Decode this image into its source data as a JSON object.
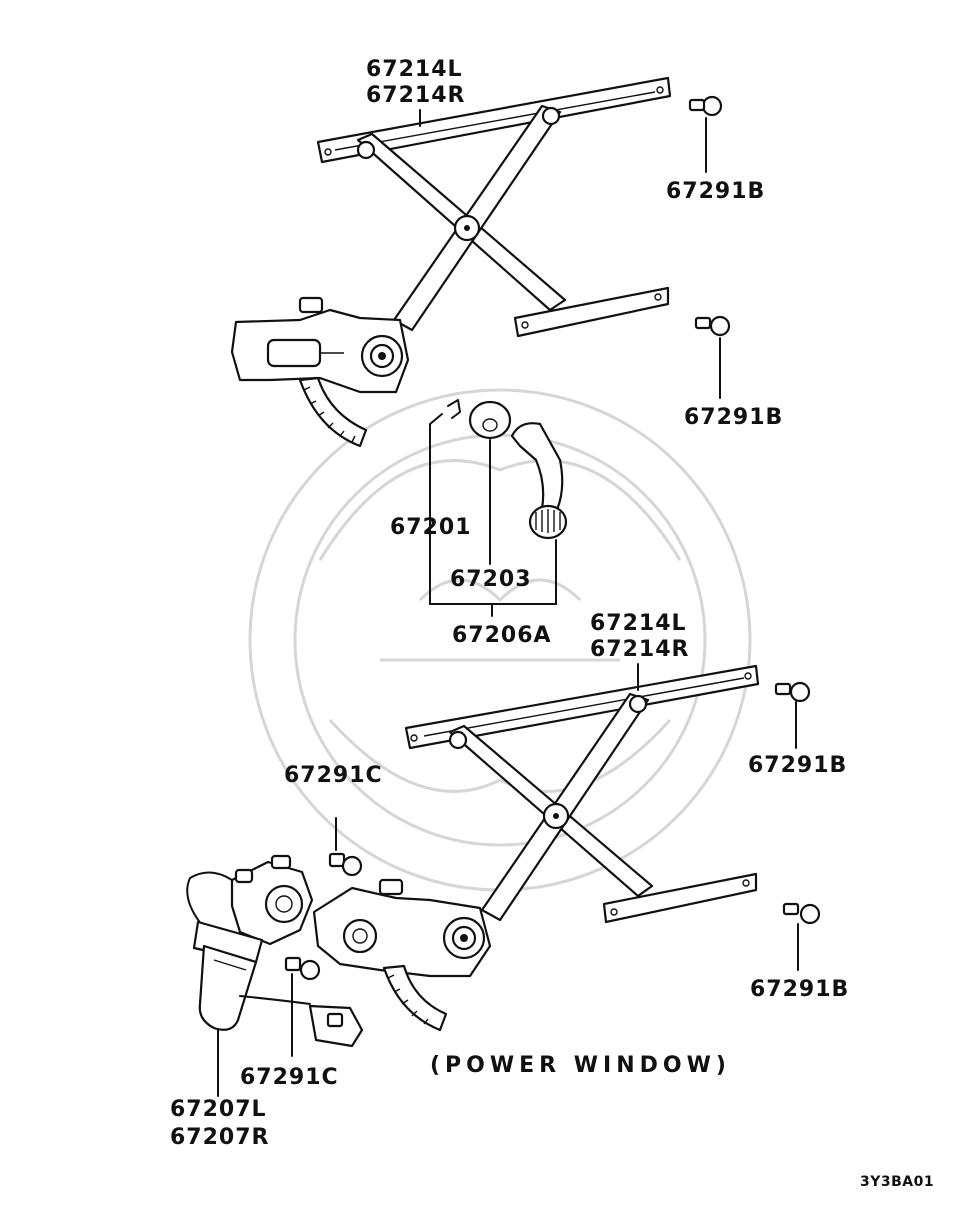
{
  "labels": {
    "top_regulator_l": "67214L",
    "top_regulator_r": "67214R",
    "top_bolt_upper": "67291B",
    "top_bolt_lower": "67291B",
    "clip": "67201",
    "escutcheon": "67203",
    "handle_assy": "67206A",
    "bottom_regulator_l": "67214L",
    "bottom_regulator_r": "67214R",
    "bottom_bolt_upper": "67291B",
    "bottom_bolt_lower": "67291B",
    "motor_bolt_upper": "67291C",
    "motor_bolt_lower": "67291C",
    "motor_l": "67207L",
    "motor_r": "67207R",
    "power_window_caption": "(POWER WINDOW)",
    "diagram_code": "3Y3BA01"
  }
}
